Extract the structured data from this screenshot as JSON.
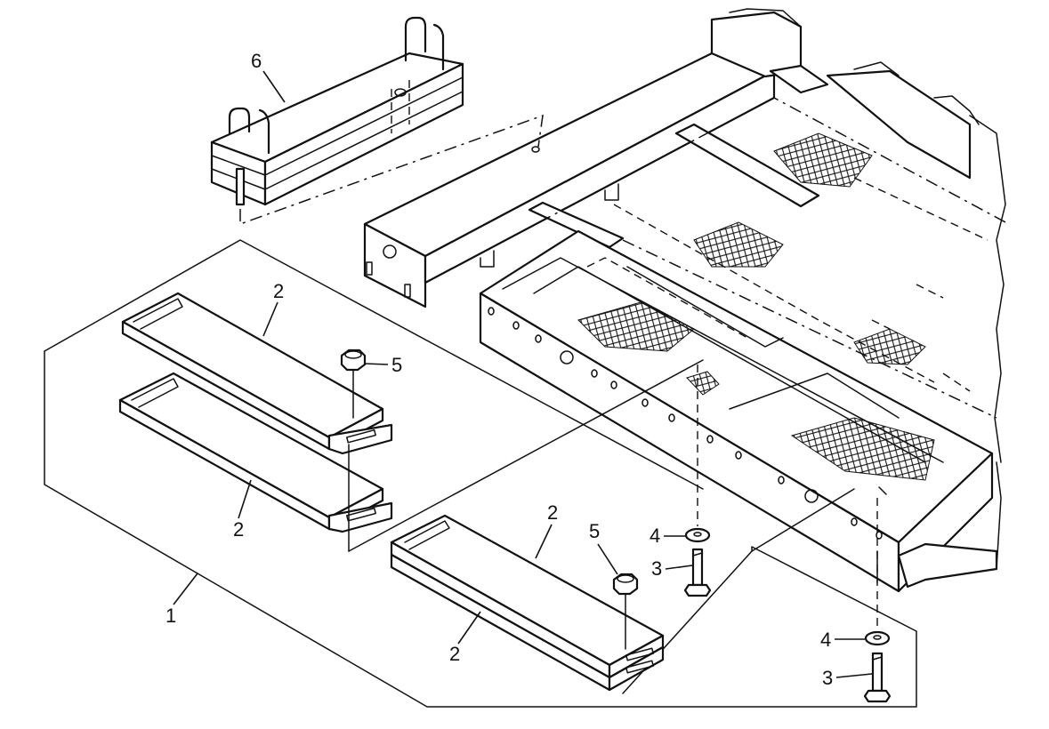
{
  "callouts": {
    "c1": "1",
    "c2a": "2",
    "c2b": "2",
    "c2c": "2",
    "c2d": "2",
    "c3a": "3",
    "c3b": "3",
    "c4a": "4",
    "c4b": "4",
    "c5a": "5",
    "c5b": "5",
    "c6": "6"
  }
}
